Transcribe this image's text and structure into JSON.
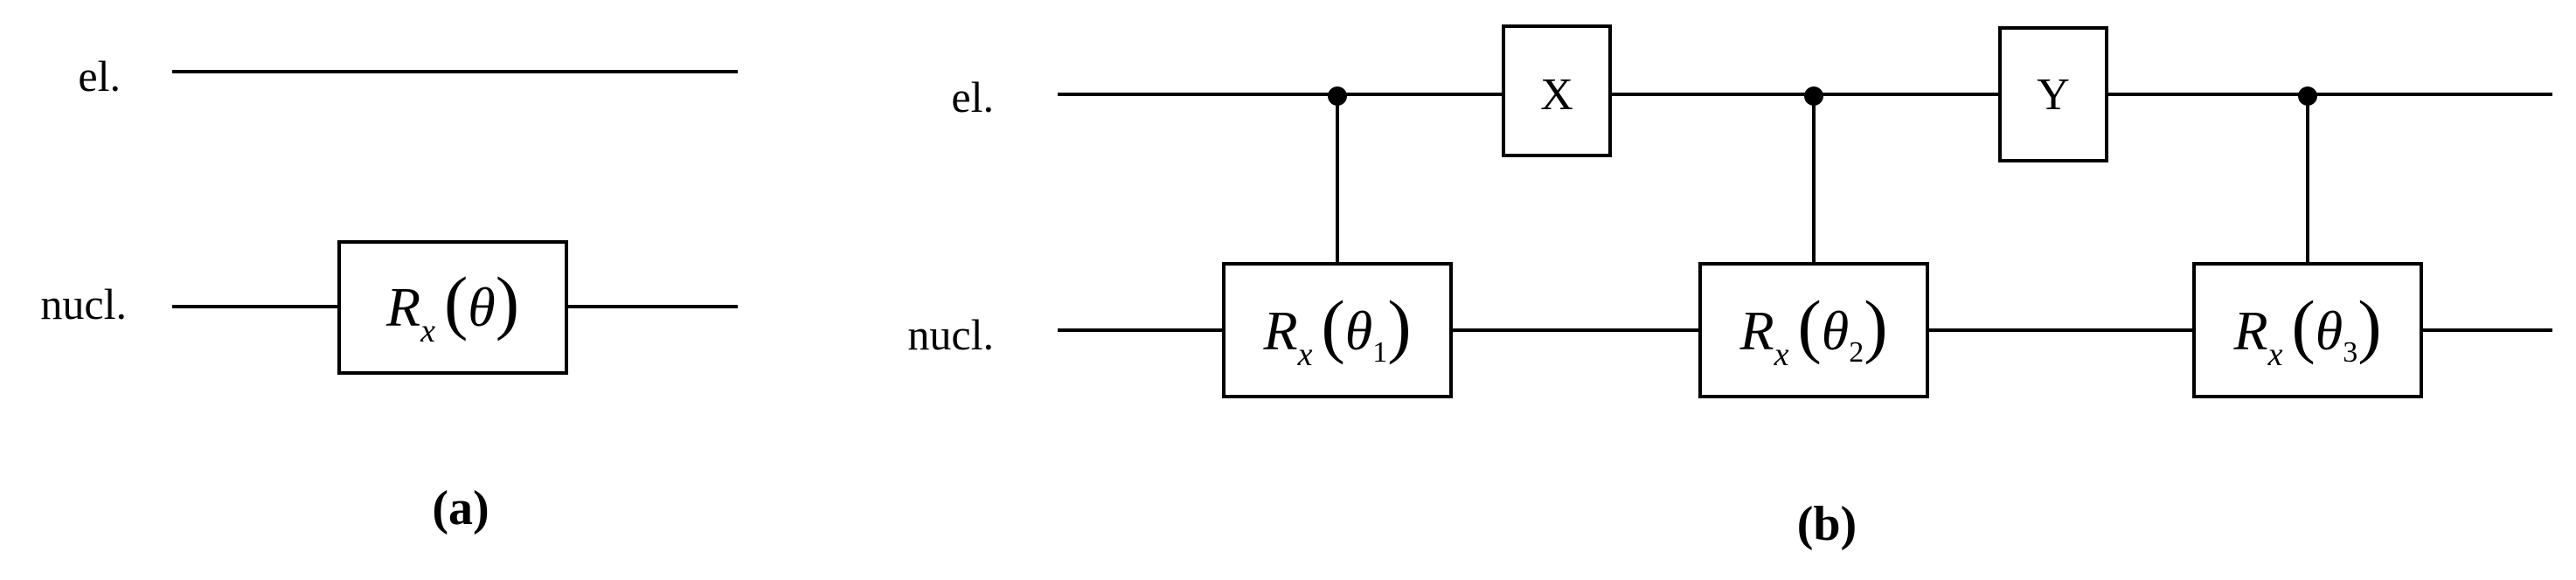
{
  "panel_a": {
    "caption": "(a)",
    "wire_labels": {
      "top": "el.",
      "bottom": "nucl."
    },
    "gate": {
      "name": "R",
      "sub": "x",
      "arg": "θ",
      "num": ""
    }
  },
  "panel_b": {
    "caption": "(b)",
    "wire_labels": {
      "top": "el.",
      "bottom": "nucl."
    },
    "controlled_gates": [
      {
        "name": "R",
        "sub": "x",
        "arg": "θ",
        "num": "1"
      },
      {
        "name": "R",
        "sub": "x",
        "arg": "θ",
        "num": "2"
      },
      {
        "name": "R",
        "sub": "x",
        "arg": "θ",
        "num": "3"
      }
    ],
    "single_gates": [
      "X",
      "Y"
    ]
  }
}
